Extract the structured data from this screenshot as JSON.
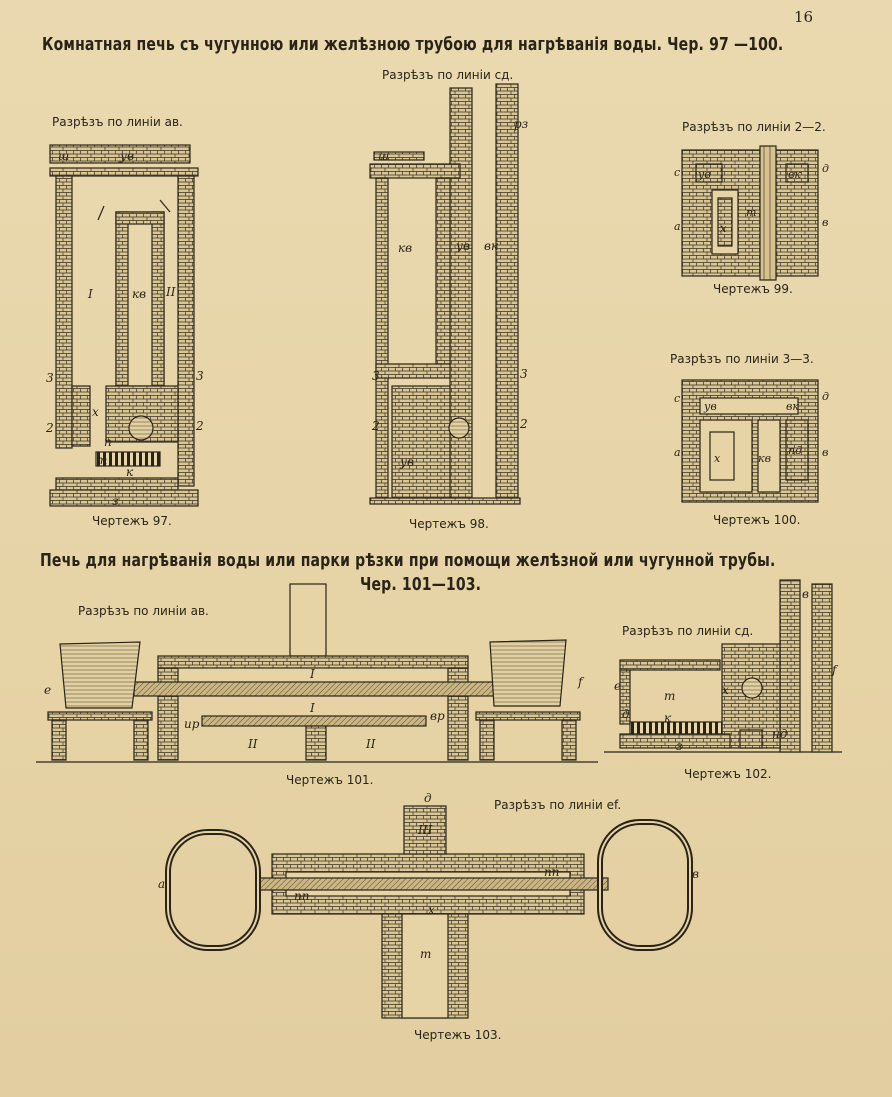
{
  "page_number": "16",
  "section1": {
    "title": "Комнатная печь съ чугунною или желѣзною трубою для нагрѣванія воды. Чер. 97 —100.",
    "fig97": {
      "caption": "Чертежъ 97.",
      "section_label": "Разрѣзъ по линіи ав."
    },
    "fig98": {
      "caption": "Чертежъ 98.",
      "section_label": "Разрѣзъ по линіи cд."
    },
    "fig99": {
      "caption": "Чертежъ 99.",
      "section_label": "Разрѣзъ по линіи 2—2."
    },
    "fig100": {
      "caption": "Чертежъ 100.",
      "section_label": "Разрѣзъ по линіи 3—3."
    }
  },
  "section2": {
    "title_line1": "Печь для нагрѣванія воды или парки рѣзки при помощи желѣзной или чугунной трубы.",
    "title_line2": "Чер. 101—103.",
    "fig101": {
      "caption": "Чертежъ 101.",
      "section_label": "Разрѣзъ по линіи ав."
    },
    "fig102": {
      "caption": "Чертежъ 102.",
      "section_label": "Разрѣзъ по линіи cд."
    },
    "fig103": {
      "caption": "Чертежъ 103.",
      "section_label": "Разрѣзъ по линіи ef."
    }
  },
  "labels": {
    "sh": "ш",
    "uv": "ув",
    "kv": "кв",
    "vk": "вк",
    "t": "т",
    "k": "к",
    "z": "з",
    "x": "х",
    "p": "п",
    "I": "I",
    "II": "II",
    "III": "III",
    "n2": "2",
    "n3": "3",
    "rz": "рз",
    "a": "а",
    "v": "в",
    "c": "с",
    "d": "д",
    "e": "е",
    "f": "f",
    "m": "т",
    "pd": "пд",
    "nd": "нд",
    "ip": "ир",
    "vr": "вр",
    "np": "пп"
  },
  "colors": {
    "paper": "#e8d7ad",
    "ink": "#2a2418"
  }
}
